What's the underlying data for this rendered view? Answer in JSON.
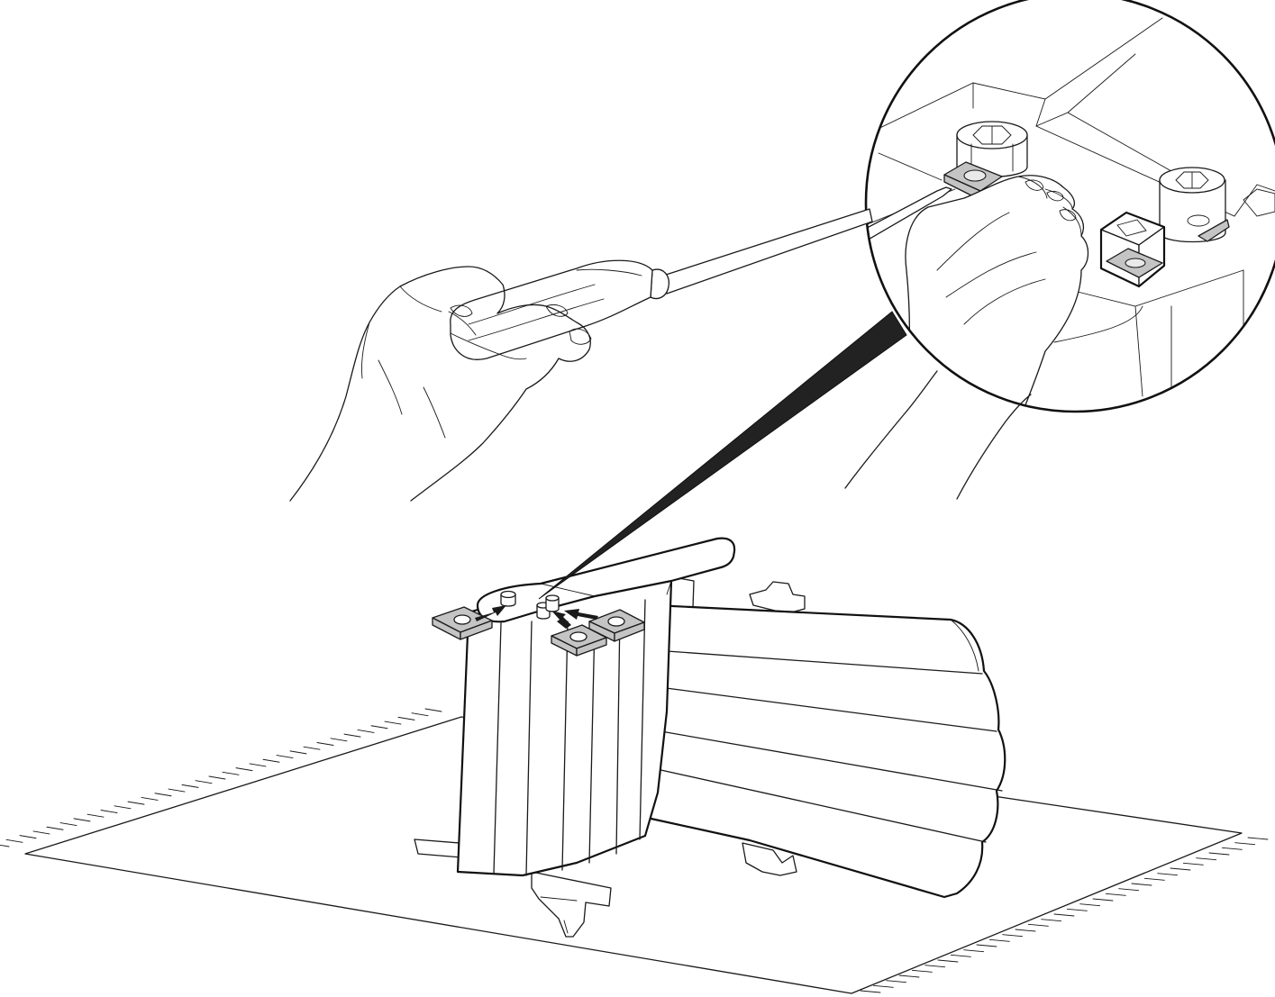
{
  "figure": {
    "kind": "assembly-instruction-illustration",
    "colors": {
      "line": "#1a1a1a",
      "part_fill": "#c4c4c4",
      "background": "#ffffff"
    },
    "icons": [
      "screwdriver-icon",
      "hand-icon",
      "square-nut-icon",
      "insert-arrow-icon",
      "detail-magnifier-icon"
    ],
    "square_nut_count": 3,
    "insert_arrow_count": 3
  }
}
